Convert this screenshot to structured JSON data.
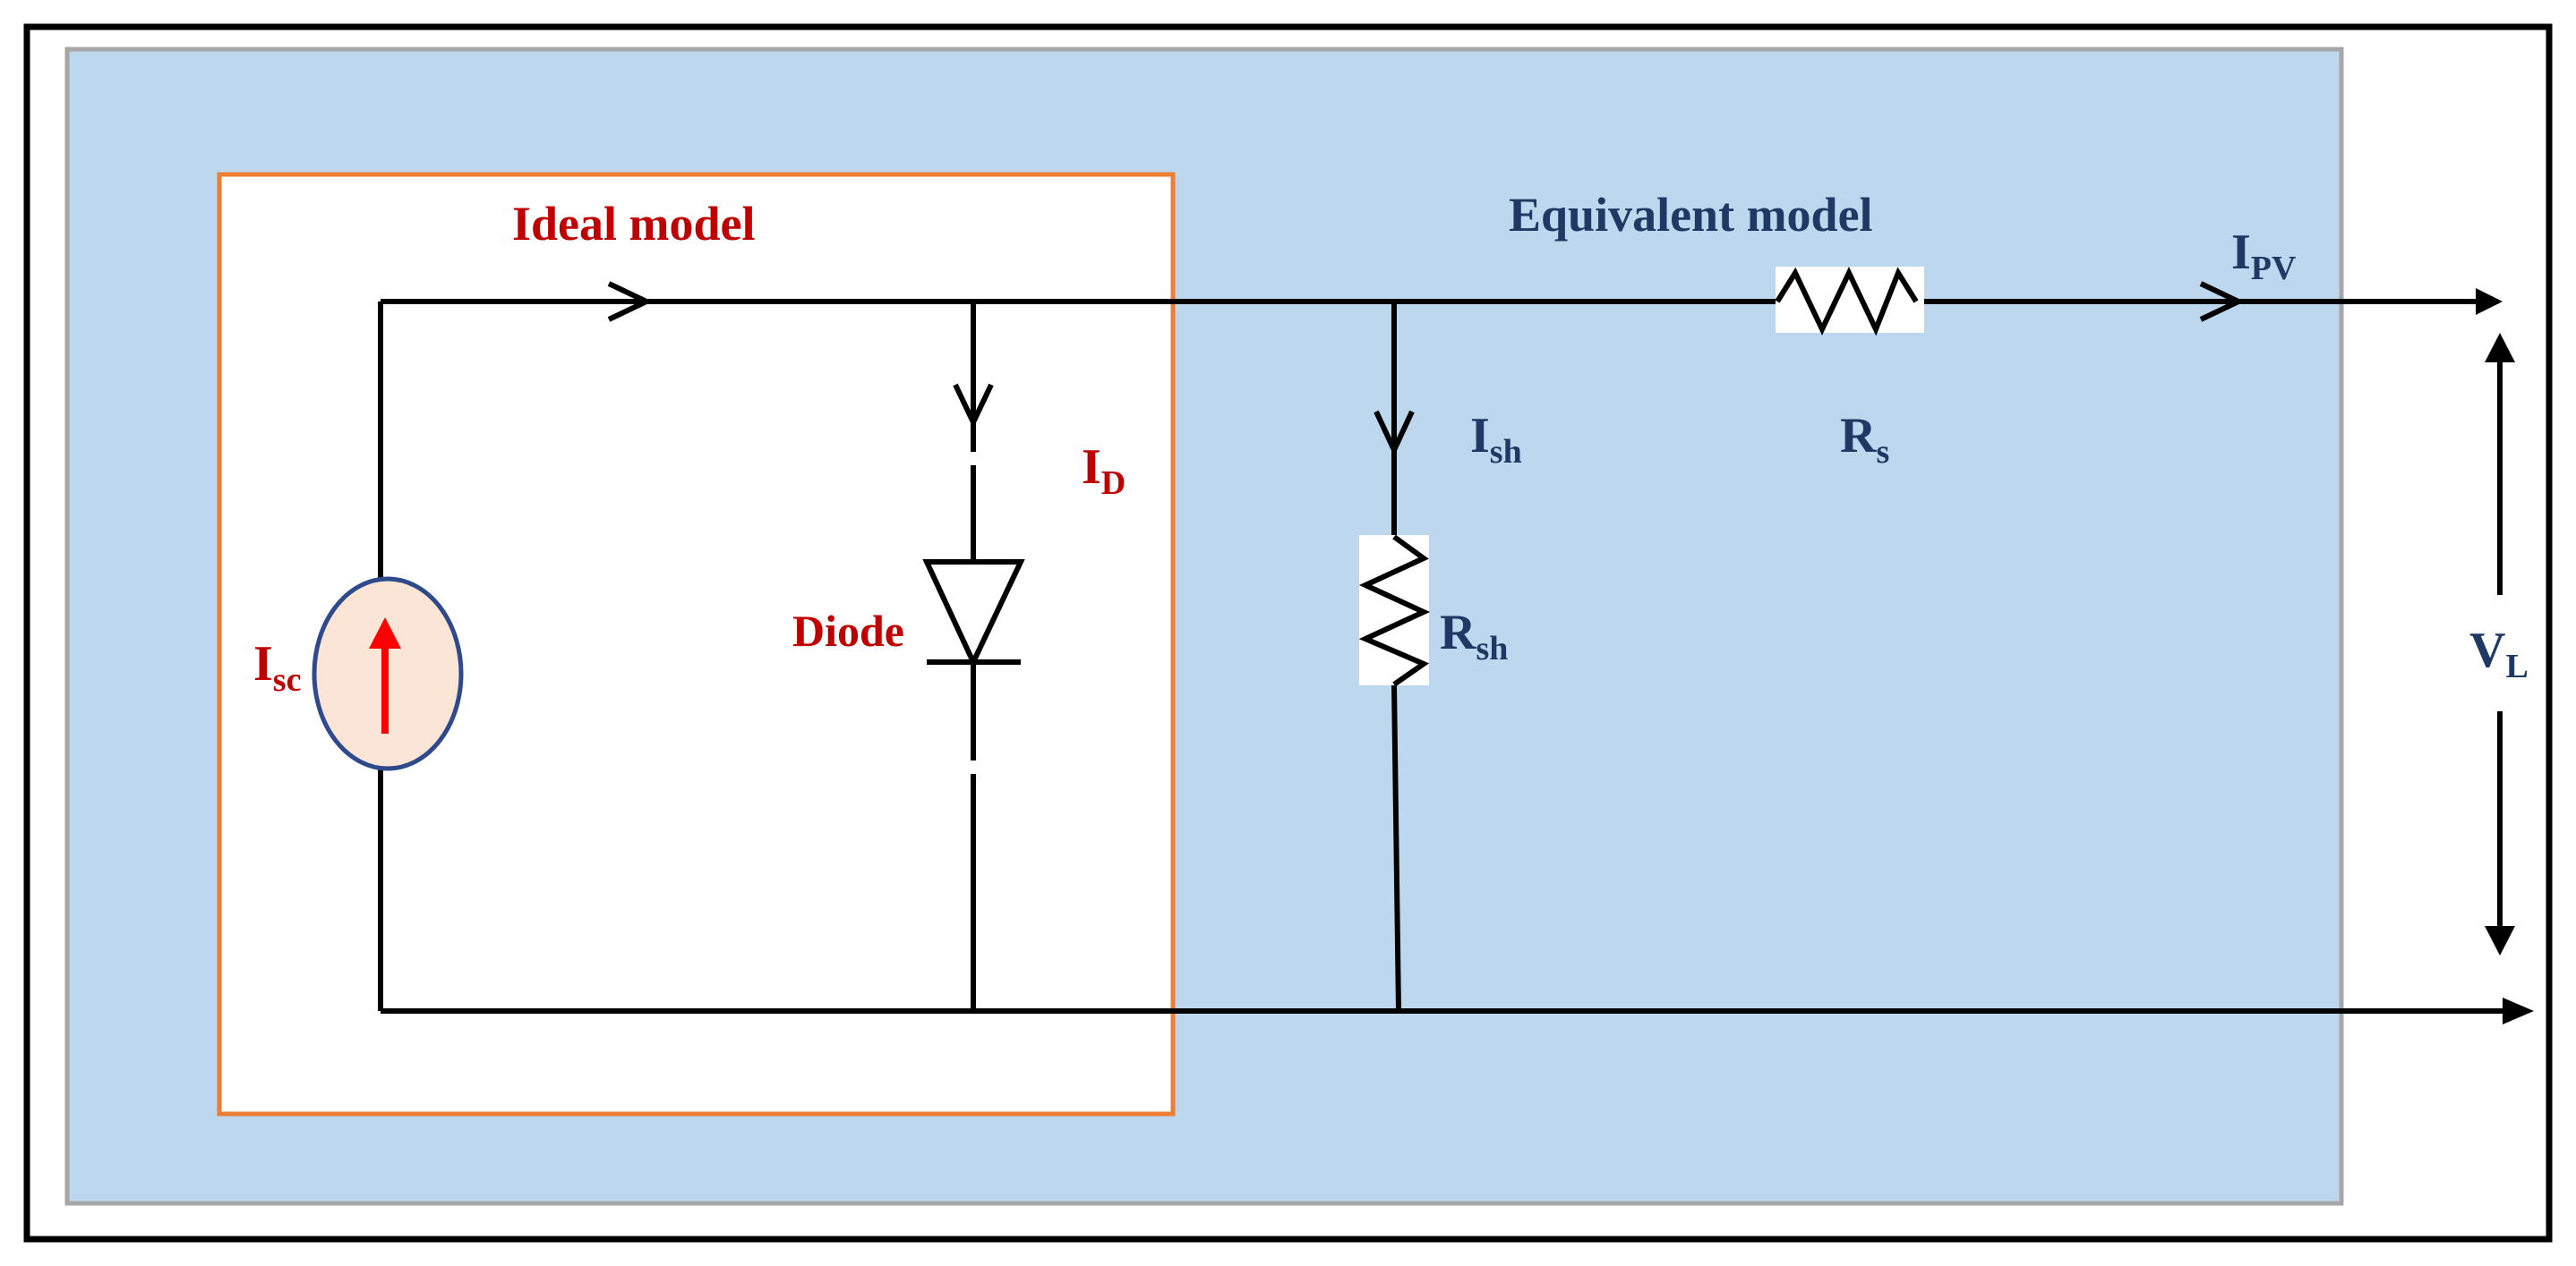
{
  "labels": {
    "ideal_model": "Ideal model",
    "equivalent_model": "Equivalent model",
    "diode": "Diode",
    "i_d": {
      "main": "I",
      "sub": "D"
    },
    "i_sc": {
      "main": "I",
      "sub": "sc"
    },
    "i_sh": {
      "main": "I",
      "sub": "sh"
    },
    "r_sh": {
      "main": "R",
      "sub": "sh"
    },
    "r_s": {
      "main": "R",
      "sub": "s"
    },
    "i_pv": {
      "main": "I",
      "sub": "PV"
    },
    "v_l": {
      "main": "V",
      "sub": "L"
    }
  },
  "colors": {
    "outer_panel": "#bdd7ee",
    "outer_panel_border": "#a6a6a6",
    "ideal_box": "#ffffff",
    "ideal_box_border": "#ed7d31",
    "source_fill": "#fbe5d6",
    "source_border": "#2e4a8c",
    "source_arrow": "#ff0000",
    "ideal_text": "#c00000",
    "equivalent_text": "#1f3864",
    "wire": "#000000"
  }
}
